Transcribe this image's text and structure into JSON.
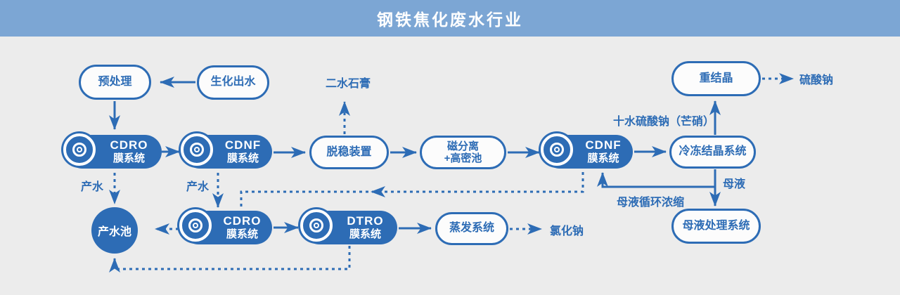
{
  "header": {
    "title": "钢铁焦化废水行业"
  },
  "colors": {
    "accent_blue": "#2d6cb5",
    "header_blue": "#7ca6d4",
    "background": "#ececec",
    "node_fill": "#fcfcfc",
    "text_on_blue": "#ffffff"
  },
  "icons": {
    "membrane": "concentric-circles-icon"
  },
  "nodes": {
    "pretreatment": {
      "label": "预处理"
    },
    "bio_effluent": {
      "label": "生化出水"
    },
    "cdro1": {
      "line1": "CDRO",
      "line2": "膜系统"
    },
    "cdnf1": {
      "line1": "CDNF",
      "line2": "膜系统"
    },
    "destab": {
      "label": "脱稳装置"
    },
    "magsep": {
      "line1": "磁分离",
      "line2": "+高密池"
    },
    "cdnf2": {
      "line1": "CDNF",
      "line2": "膜系统"
    },
    "freeze": {
      "label": "冷冻结晶系统"
    },
    "recryst": {
      "label": "重结晶"
    },
    "pool": {
      "label": "产水池"
    },
    "cdro2": {
      "line1": "CDRO",
      "line2": "膜系统"
    },
    "dtro": {
      "line1": "DTRO",
      "line2": "膜系统"
    },
    "evap": {
      "label": "蒸发系统"
    },
    "mother_treat": {
      "label": "母液处理系统"
    }
  },
  "labels": {
    "gypsum": "二水石膏",
    "sodium_sulfate": "硫酸钠",
    "sodium_chloride": "氯化钠",
    "mirabilite": "十水硫酸钠（芒硝）",
    "mother_liquor": "母液",
    "mother_recycle": "母液循环浓缩",
    "prod_water_1": "产水",
    "prod_water_2": "产水"
  }
}
